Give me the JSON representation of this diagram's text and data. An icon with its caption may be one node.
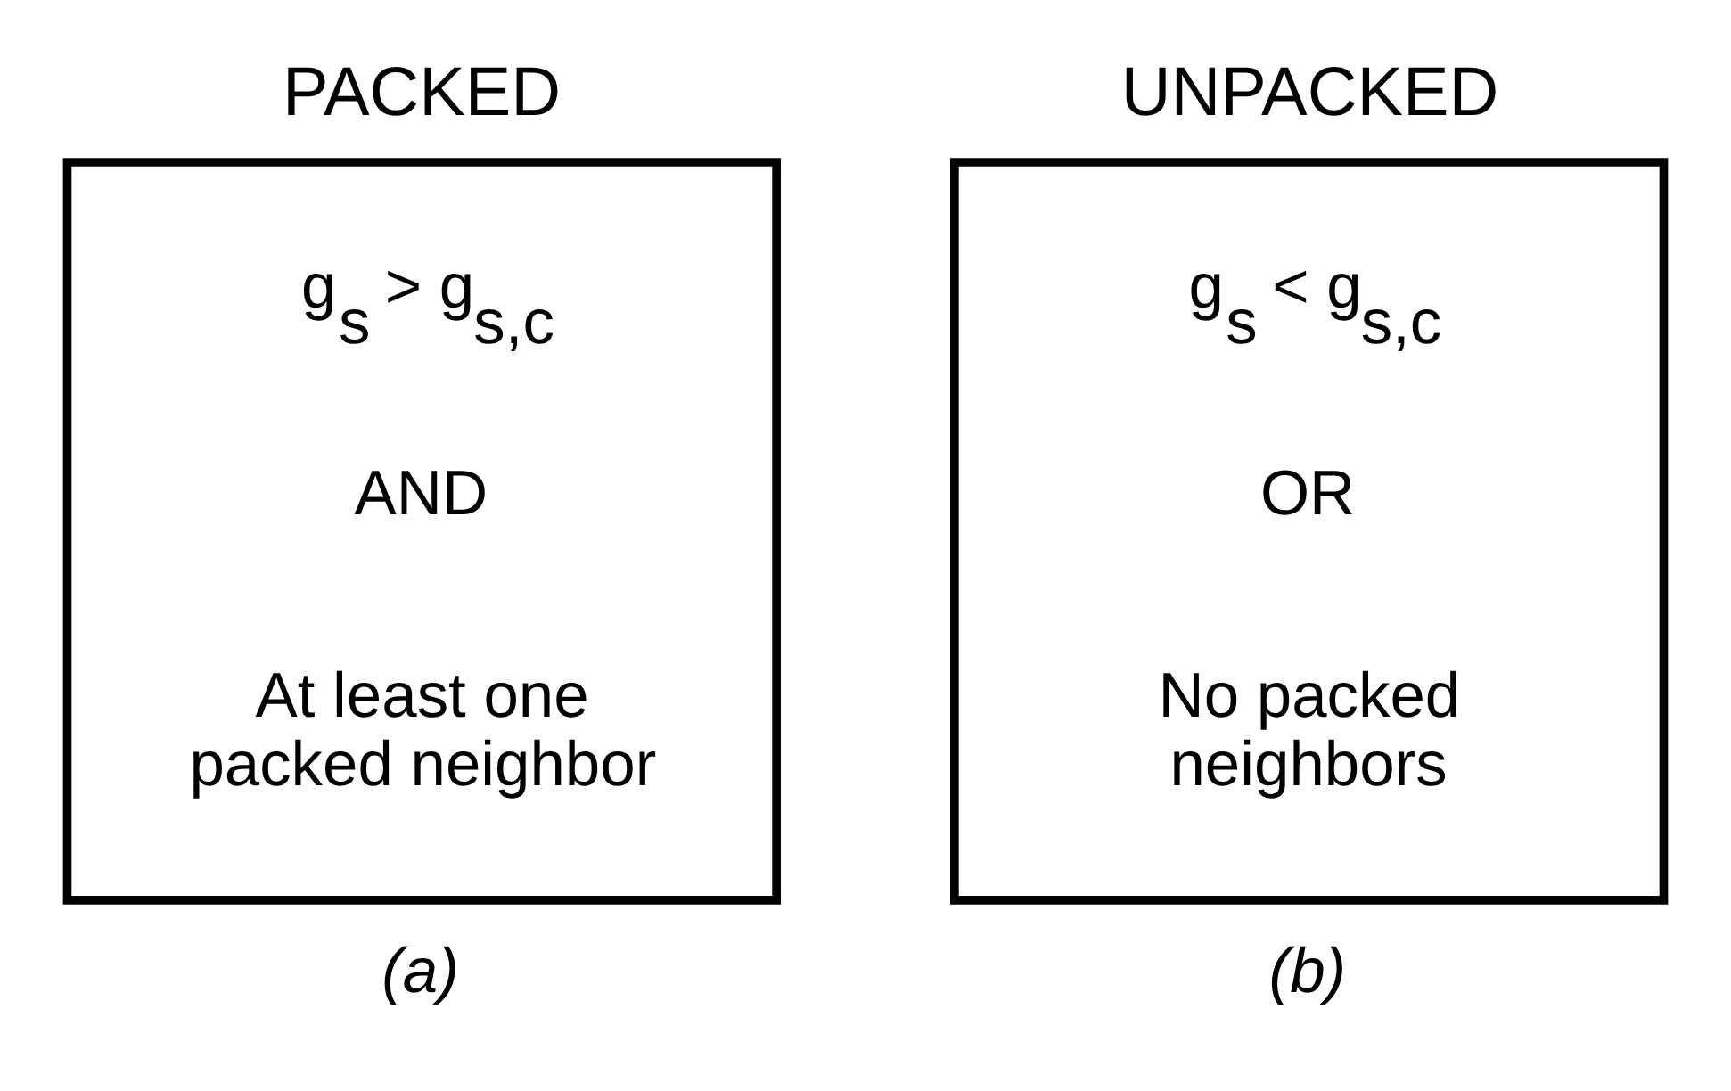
{
  "diagram": {
    "nodes": [
      {
        "text": [
          "PACKED",
          "g$_{s}$ > g$_{s,c}$",
          "AND",
          "At least one packed neighbor"
        ],
        "beside": [
          "(a)"
        ]
      },
      {
        "text": [
          "UNPACKED",
          "g$_{s}$ < g$_{s,c}$",
          "OR",
          "No packed neighbors"
        ],
        "beside": [
          "(b)"
        ]
      }
    ],
    "edges": []
  }
}
